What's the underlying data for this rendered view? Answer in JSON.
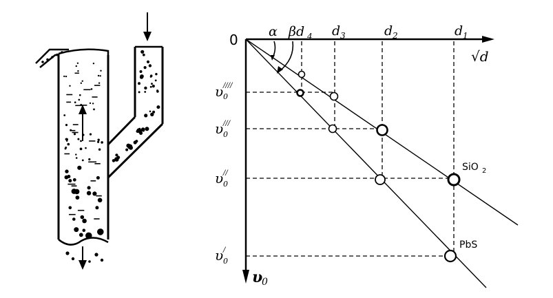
{
  "labels": {
    "origin": "0",
    "alpha": "α",
    "beta_d4": "βd",
    "d4_sub": "4",
    "d3": "d",
    "d3_sub": "3",
    "d2": "d",
    "d2_sub": "2",
    "d1": "d",
    "d1_sub": "1",
    "sqrt_d": "√d",
    "v0_axis": "υ",
    "v0_axis_sub": "0",
    "v4": "υ",
    "v4_sup": "////",
    "v4_sub": "0",
    "v3": "υ",
    "v3_sup": "///",
    "v3_sub": "0",
    "v2": "υ",
    "v2_sup": "//",
    "v2_sub": "0",
    "v1": "υ",
    "v1_sup": "/",
    "v1_sub": "0",
    "sio2": "SiO",
    "sio2_sub": "2",
    "pbs": "PbS"
  },
  "colors": {
    "ink": "#000000",
    "paper": "#ffffff"
  },
  "icons": {
    "inlet": "arrow-down-icon",
    "outlet": "arrow-down-icon",
    "up_flow": "arrow-up-icon"
  }
}
